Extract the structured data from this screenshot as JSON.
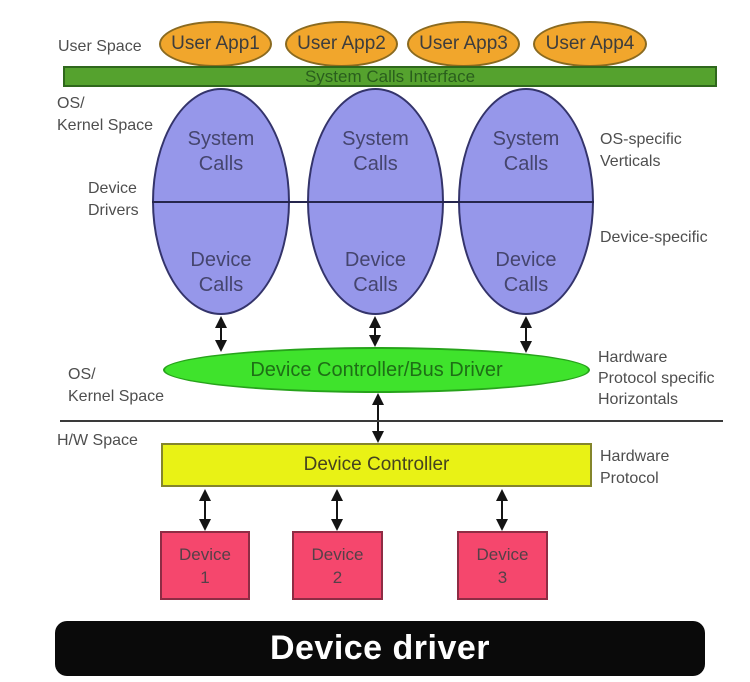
{
  "labels": {
    "user_space": "User Space",
    "os_kernel_top": "OS/\nKernel Space",
    "device_drivers": "Device\nDrivers",
    "os_specific_verticals": "OS-specific\nVerticals",
    "device_specific": "Device-specific",
    "os_kernel_mid": "OS/\nKernel Space",
    "hardware_protocol_specific": "Hardware\nProtocol specific\nHorizontals",
    "hw_space": "H/W Space",
    "hardware_protocol": "Hardware\nProtocol"
  },
  "user_apps": [
    "User App1",
    "User App2",
    "User App3",
    "User App4"
  ],
  "system_calls_interface": "System Calls Interface",
  "driver_stacks": [
    {
      "system_calls": "System\nCalls",
      "device_calls": "Device\nCalls"
    },
    {
      "system_calls": "System\nCalls",
      "device_calls": "Device\nCalls"
    },
    {
      "system_calls": "System\nCalls",
      "device_calls": "Device\nCalls"
    }
  ],
  "bus_driver": "Device Controller/Bus Driver",
  "device_controller": "Device Controller",
  "devices": [
    "Device\n1",
    "Device\n2",
    "Device\n3"
  ],
  "title": "Device driver",
  "colors": {
    "user_app_fill": "#F1A62C",
    "user_app_border": "#8A6A20",
    "sci_bar_fill": "#55A22E",
    "kernel_ellipse_fill": "#9697EA",
    "kernel_ellipse_border": "#34346B",
    "bus_driver_fill": "#3FE32C",
    "device_controller_fill": "#E9F215",
    "device_box_fill": "#F5476D",
    "title_bar_fill": "#0A0A0A",
    "title_text": "#FFFFFF",
    "label_text": "#4E4E4E",
    "arrow": "#141414"
  }
}
